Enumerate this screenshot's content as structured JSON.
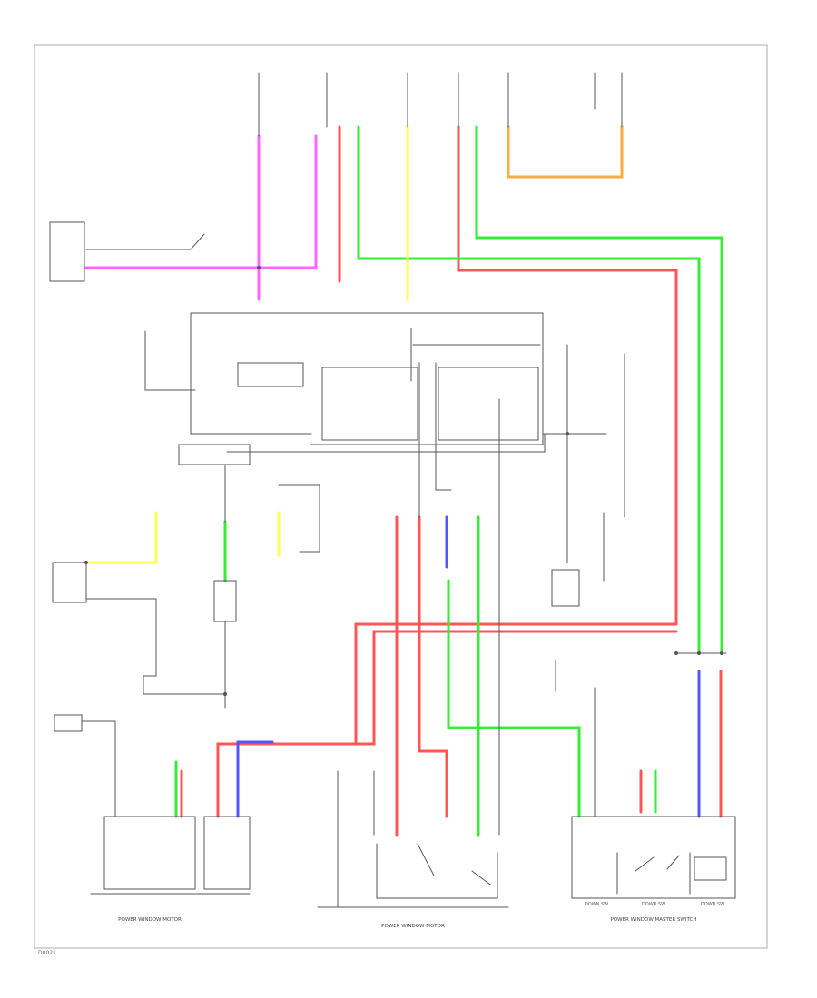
{
  "diagram": {
    "wire_colors": {
      "pink": "#ff66ff",
      "red": "#ff5555",
      "green": "#33ee33",
      "yellow": "#ffff55",
      "blue": "#5555ff",
      "orange": "#ffaa44",
      "black": "#555555"
    },
    "captions": {
      "left_bottom": "POWER WINDOW MOTOR",
      "center_bottom": "POWER WINDOW MOTOR",
      "right_bottom": "POWER WINDOW MASTER SWITCH",
      "sw_a": "DOWN SW",
      "sw_b": "DOWN SW",
      "sw_c": "DOWN SW"
    },
    "footer_code": "D0021"
  }
}
